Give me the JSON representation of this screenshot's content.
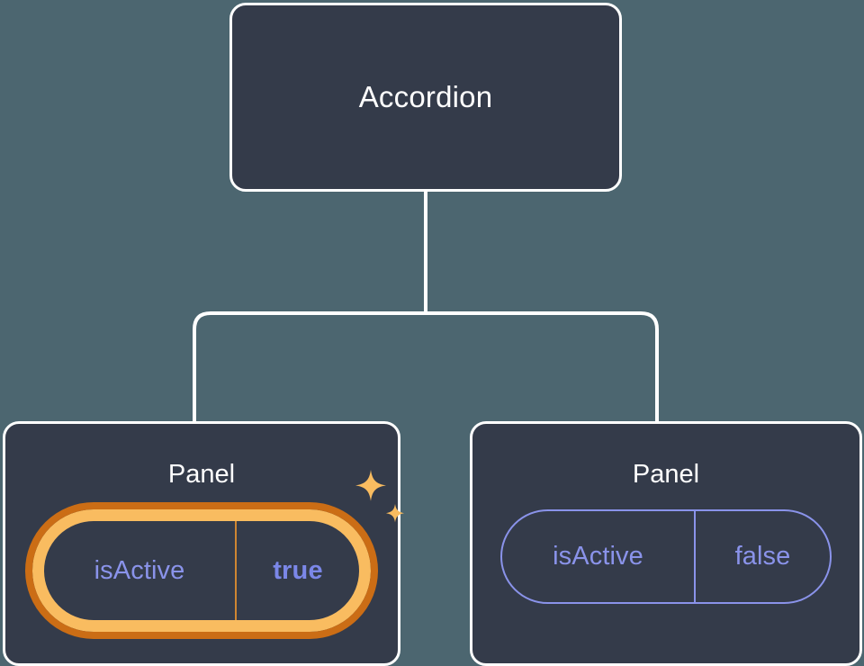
{
  "diagram": {
    "type": "component-tree",
    "background_color": "#4c6670",
    "node_fill_color": "#343b4a",
    "node_border_color": "#ffffff",
    "connector_color": "#ffffff",
    "highlight_outer_color": "#cb6d15",
    "highlight_inner_color": "#f9bc60",
    "prop_text_color": "#8a93ea",
    "prop_value_active_color": "#7b87e8",
    "sparkle_color": "#f9bc60"
  },
  "root": {
    "title": "Accordion"
  },
  "panels": [
    {
      "title": "Panel",
      "prop_key": "isActive",
      "prop_value": "true",
      "highlighted": true,
      "sparkle_icon": "sparkles-icon"
    },
    {
      "title": "Panel",
      "prop_key": "isActive",
      "prop_value": "false",
      "highlighted": false
    }
  ]
}
